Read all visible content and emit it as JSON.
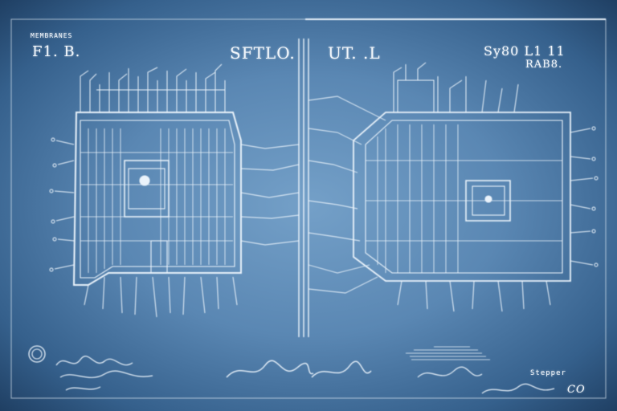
{
  "header": {
    "label_small": "MEMBRANES",
    "figure_label": "F1. B.",
    "title_left": "SFTLO.",
    "title_right": "UT. .L",
    "sheet_ref": "Sy80 L1 11",
    "sheet_sub": "RAB8."
  },
  "footer": {
    "right_small": "Stepper",
    "right_code": "CO"
  },
  "colors": {
    "paper": "#5a87b3",
    "paper_edge": "#1f3f63",
    "ink": "#eaf3fb"
  }
}
